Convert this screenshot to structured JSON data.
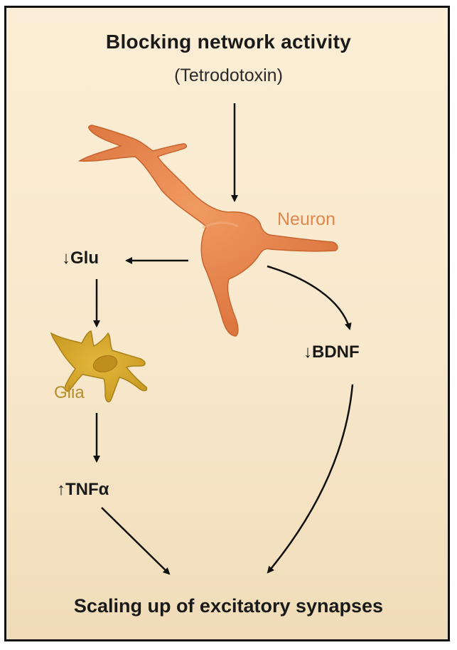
{
  "title": "Blocking network activity",
  "subtitle": "(Tetrodotoxin)",
  "neuron_label": "Neuron",
  "glia_label": "Glia",
  "glu_label": "↓Glu",
  "bdnf_label": "↓BDNF",
  "tnf_label": "↑TNFα",
  "result_label": "Scaling up of excitatory synapses",
  "colors": {
    "neuron": "#e8814a",
    "neuron_label": "#e0874e",
    "glia": "#d4a42a",
    "glia_label": "#b58f2c",
    "background": "#f8e8cc",
    "arrows": "#111111"
  }
}
